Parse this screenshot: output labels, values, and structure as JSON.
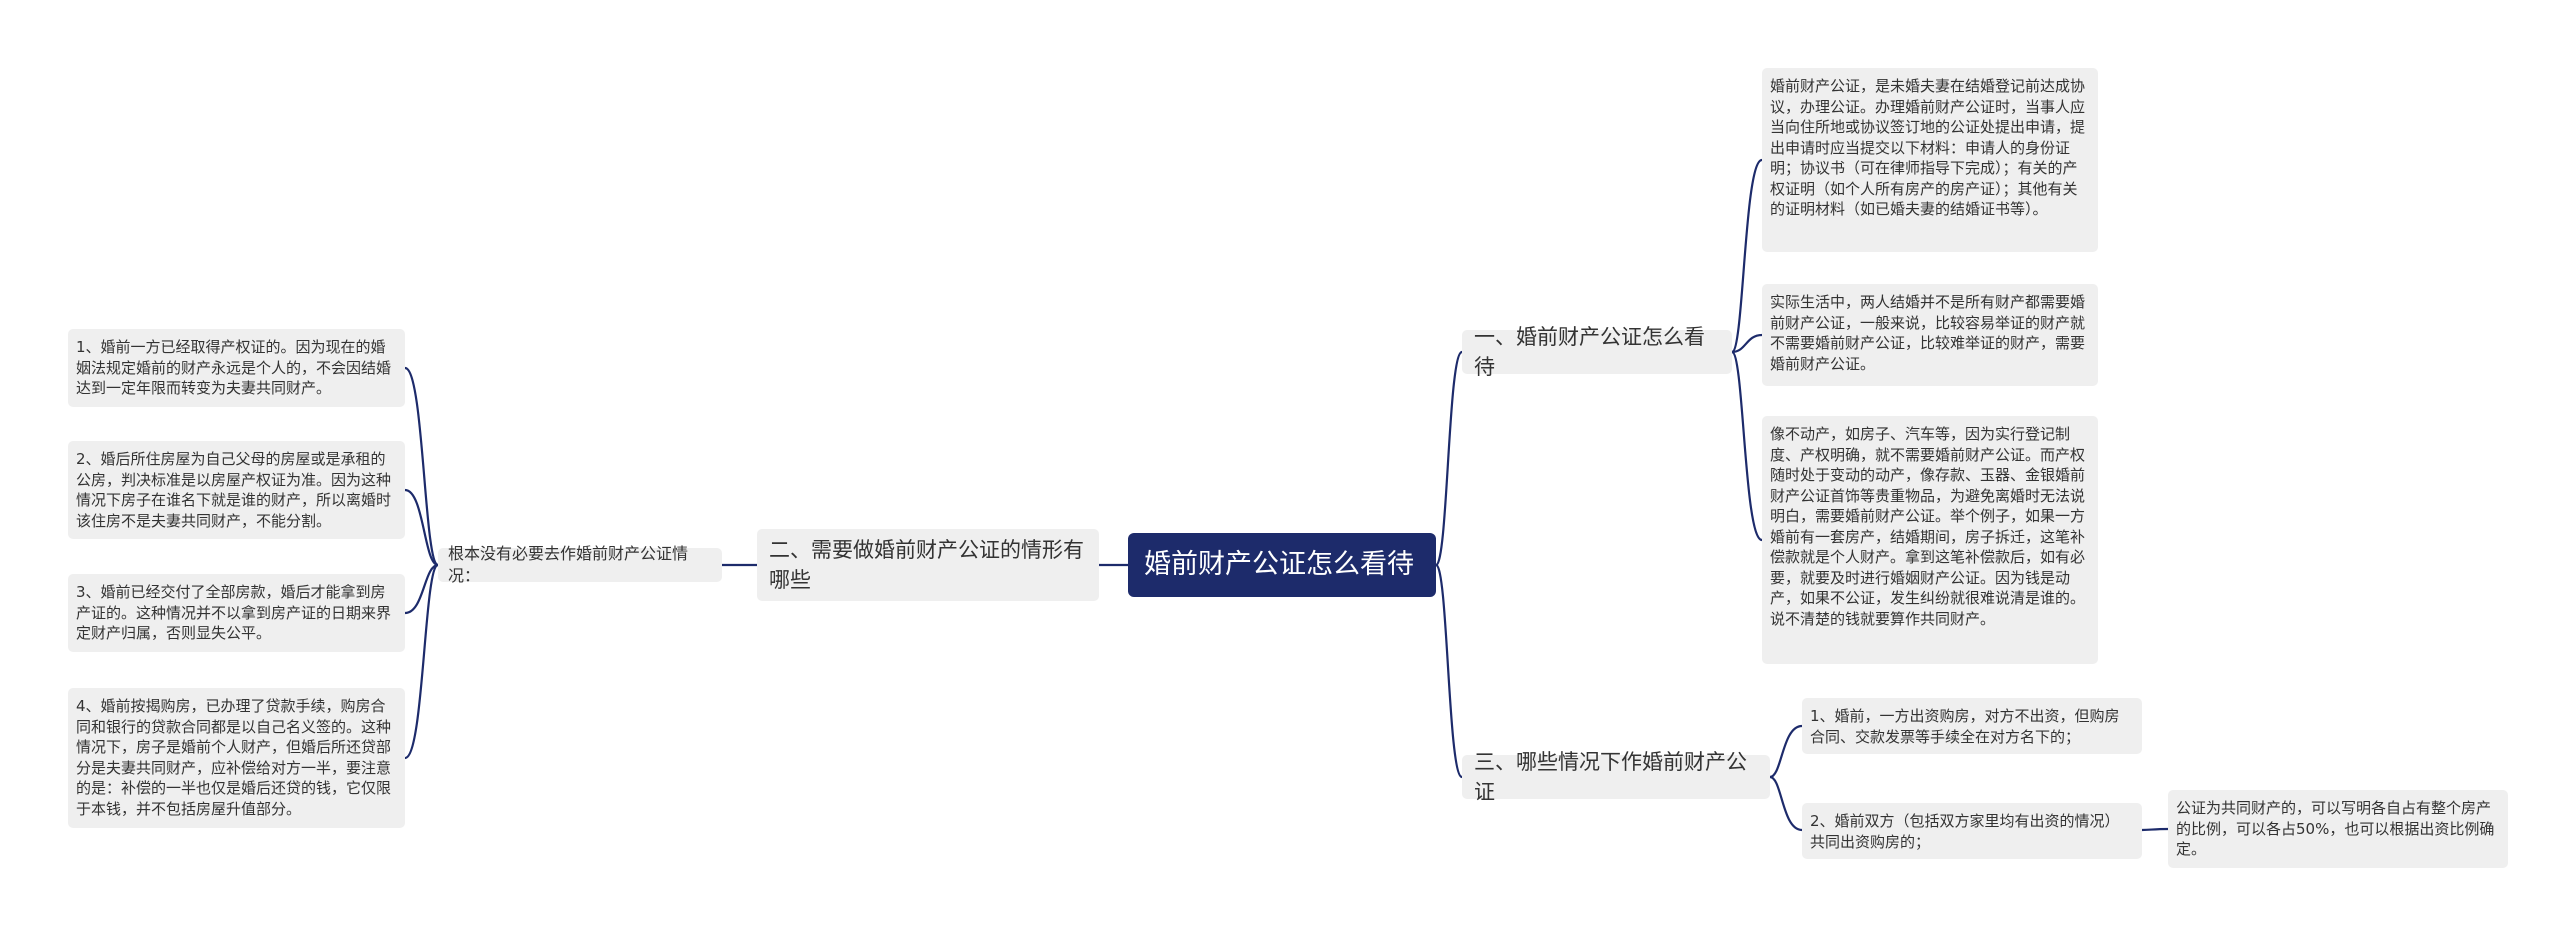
{
  "root": {
    "label": "婚前财产公证怎么看待"
  },
  "right": [
    {
      "label": "一、婚前财产公证怎么看待",
      "children": [
        {
          "text": "婚前财产公证，是未婚夫妻在结婚登记前达成协议，办理公证。办理婚前财产公证时，当事人应当向住所地或协议签订地的公证处提出申请，提出申请时应当提交以下材料：申请人的身份证明；协议书（可在律师指导下完成）；有关的产权证明（如个人所有房产的房产证）；其他有关的证明材料（如已婚夫妻的结婚证书等）。"
        },
        {
          "text": "实际生活中，两人结婚并不是所有财产都需要婚前财产公证，一般来说，比较容易举证的财产就不需要婚前财产公证，比较难举证的财产，需要婚前财产公证。"
        },
        {
          "text": "像不动产，如房子、汽车等，因为实行登记制度、产权明确，就不需要婚前财产公证。而产权随时处于变动的动产，像存款、玉器、金银婚前财产公证首饰等贵重物品，为避免离婚时无法说明白，需要婚前财产公证。举个例子，如果一方婚前有一套房产，结婚期间，房子拆迁，这笔补偿款就是个人财产。拿到这笔补偿款后，如有必要，就要及时进行婚姻财产公证。因为钱是动产，如果不公证，发生纠纷就很难说清是谁的。说不清楚的钱就要算作共同财产。"
        }
      ]
    },
    {
      "label": "三、哪些情况下作婚前财产公证",
      "children": [
        {
          "text": "1、婚前，一方出资购房，对方不出资，但购房合同、交款发票等手续全在对方名下的；"
        },
        {
          "text": "2、婚前双方（包括双方家里均有出资的情况）共同出资购房的；",
          "children": [
            {
              "text": "公证为共同财产的，可以写明各自占有整个房产的比例，可以各占50%，也可以根据出资比例确定。"
            }
          ]
        }
      ]
    }
  ],
  "left": [
    {
      "label": "二、需要做婚前财产公证的情形有哪些",
      "children": [
        {
          "text": "根本没有必要去作婚前财产公证情况：",
          "children": [
            {
              "text": "1、婚前一方已经取得产权证的。因为现在的婚姻法规定婚前的财产永远是个人的，不会因结婚达到一定年限而转变为夫妻共同财产。"
            },
            {
              "text": "2、婚后所住房屋为自己父母的房屋或是承租的公房，判决标准是以房屋产权证为准。因为这种情况下房子在谁名下就是谁的财产，所以离婚时该住房不是夫妻共同财产，不能分割。"
            },
            {
              "text": "3、婚前已经交付了全部房款，婚后才能拿到房产证的。这种情况并不以拿到房产证的日期来界定财产归属，否则显失公平。"
            },
            {
              "text": "4、婚前按揭购房，已办理了贷款手续，购房合同和银行的贷款合同都是以自己名义签的。这种情况下，房子是婚前个人财产，但婚后所还贷部分是夫妻共同财产，应补偿给对方一半，要注意的是：补偿的一半也仅是婚后还贷的钱，它仅限于本钱，并不包括房屋升值部分。"
            }
          ]
        }
      ]
    }
  ],
  "colors": {
    "root_bg": "#1d2b6b",
    "root_text": "#ffffff",
    "node_bg": "#efefef",
    "node_text": "#333333",
    "line": "#1d2b6b"
  }
}
